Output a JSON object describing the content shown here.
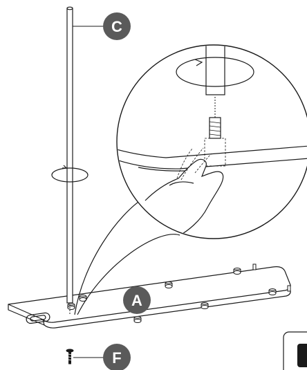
{
  "labels": {
    "rod": "C",
    "base": "A",
    "screw": "F"
  },
  "colors": {
    "line": "#1a1a1a",
    "badge": "#5a5a5a",
    "badge_text": "#ffffff",
    "background": "#ffffff"
  }
}
